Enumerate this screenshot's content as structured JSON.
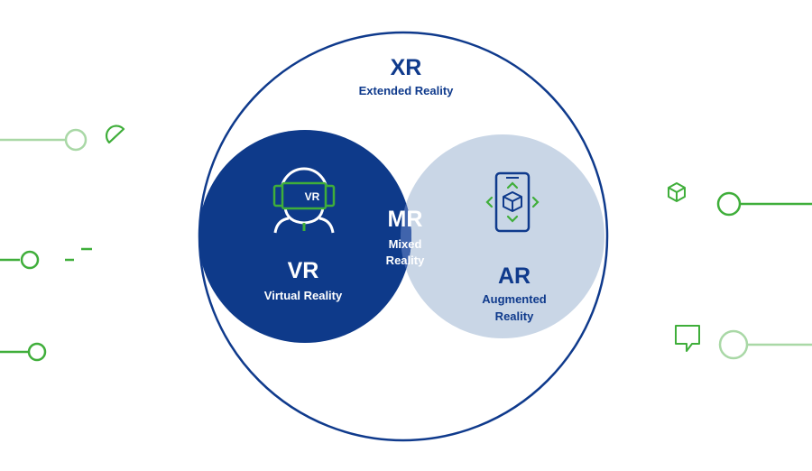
{
  "xr": {
    "title": "XR",
    "subtitle": "Extended Reality"
  },
  "vr": {
    "title": "VR",
    "subtitle": "Virtual Reality",
    "headset_text": "VR"
  },
  "mr": {
    "title": "MR",
    "subtitle_line1": "Mixed",
    "subtitle_line2": "Reality"
  },
  "ar": {
    "title": "AR",
    "subtitle_line1": "Augmented",
    "subtitle_line2": "Reality"
  },
  "colors": {
    "navy": "#0f3a8c",
    "vr_fill": "#0e3a8a",
    "mr_fill": "#4064ac",
    "ar_fill": "#c9d6e6",
    "accent_green": "#3fae3a",
    "light_green": "#a9d8a6",
    "outline": "#0f3a8c"
  },
  "icons": {
    "vr": "vr-headset-person-icon",
    "ar": "smartphone-ar-cube-icon",
    "decor": [
      "half-circle-icon",
      "cube-icon",
      "chat-bubble-icon",
      "connector-line-icon"
    ]
  }
}
